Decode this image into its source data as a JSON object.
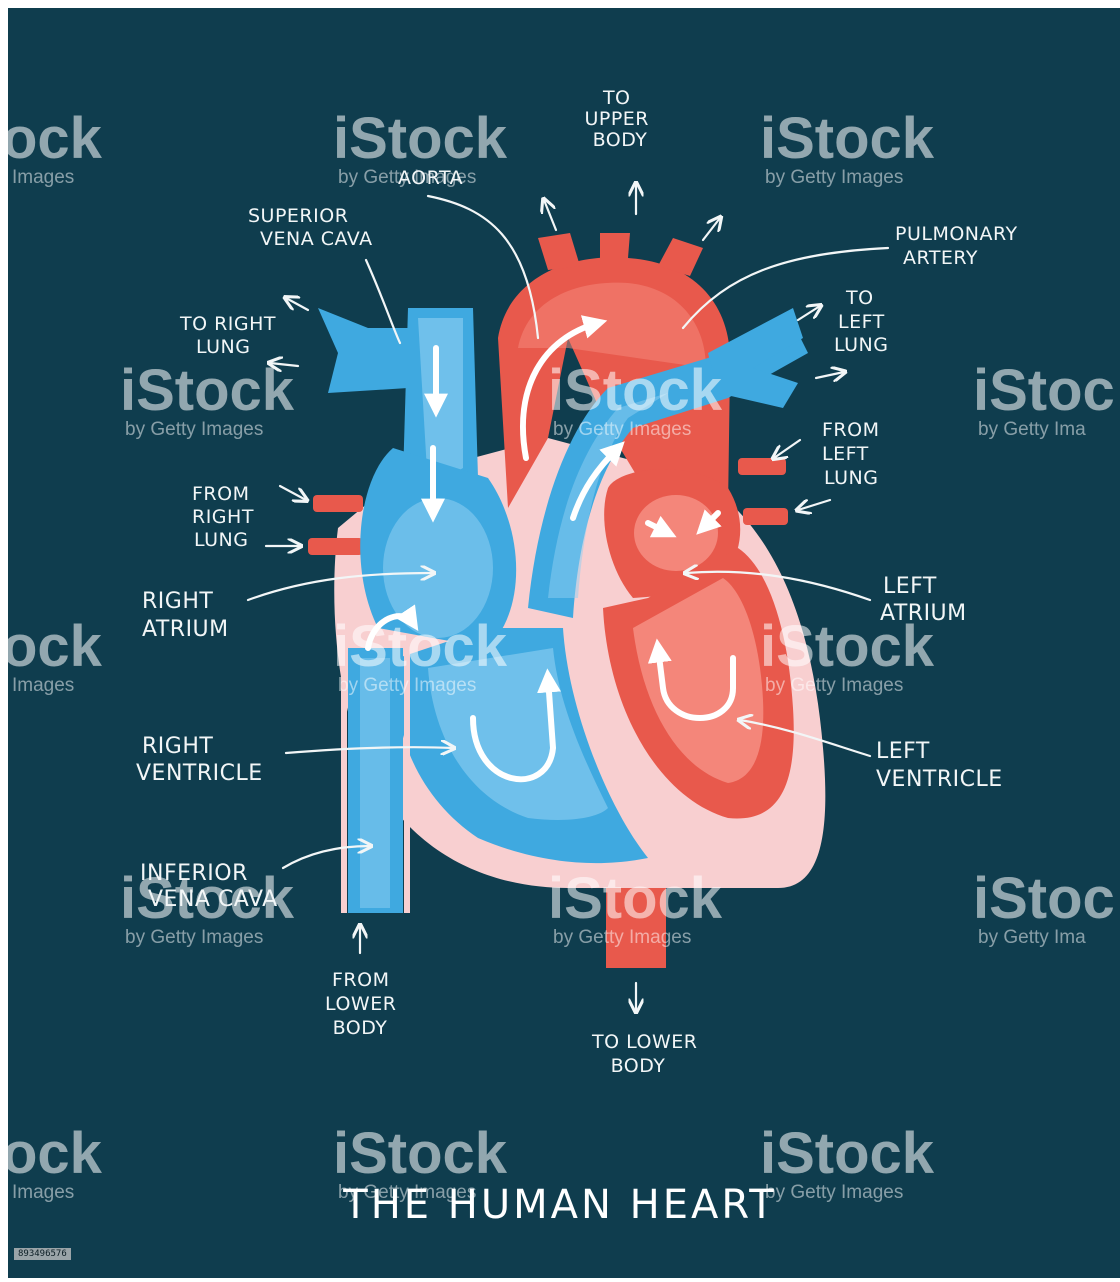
{
  "title": "THE HUMAN HEART",
  "colors": {
    "background": "#0f3d4e",
    "blue": "#3fa9e0",
    "blue_light": "#8fd0f2",
    "red": "#e8594c",
    "red_light": "#f4867a",
    "pink": "#f8cfd0",
    "text": "#f2f6f7"
  },
  "labels": {
    "to_upper_body": [
      "TO",
      "UPPER",
      "BODY"
    ],
    "aorta": [
      "AORTA"
    ],
    "superior_vena_cava": [
      "SUPERIOR",
      "VENA CAVA"
    ],
    "pulmonary_artery": [
      "PULMONARY",
      "ARTERY"
    ],
    "to_right_lung": [
      "TO RIGHT",
      "LUNG"
    ],
    "to_left_lung": [
      "TO",
      "LEFT",
      "LUNG"
    ],
    "from_left_lung": [
      "FROM",
      "LEFT",
      "LUNG"
    ],
    "from_right_lung": [
      "FROM",
      "RIGHT",
      "LUNG"
    ],
    "right_atrium": [
      "RIGHT",
      "ATRIUM"
    ],
    "left_atrium": [
      "LEFT",
      "ATRIUM"
    ],
    "right_ventricle": [
      "RIGHT",
      "VENTRICLE"
    ],
    "left_ventricle": [
      "LEFT",
      "VENTRICLE"
    ],
    "inferior_vena_cava": [
      "INFERIOR",
      "VENA CAVA"
    ],
    "from_lower_body": [
      "FROM",
      "LOWER",
      "BODY"
    ],
    "to_lower_body": [
      "TO LOWER",
      "BODY"
    ]
  },
  "watermark": {
    "brand": "iStock",
    "partial_brand": "ock",
    "partial_brand_right": "iStoc",
    "tagline": "by Getty Images",
    "partial_tagline": "Images",
    "partial_tagline_right": "by Getty Ima"
  },
  "stock_id": "893496576"
}
